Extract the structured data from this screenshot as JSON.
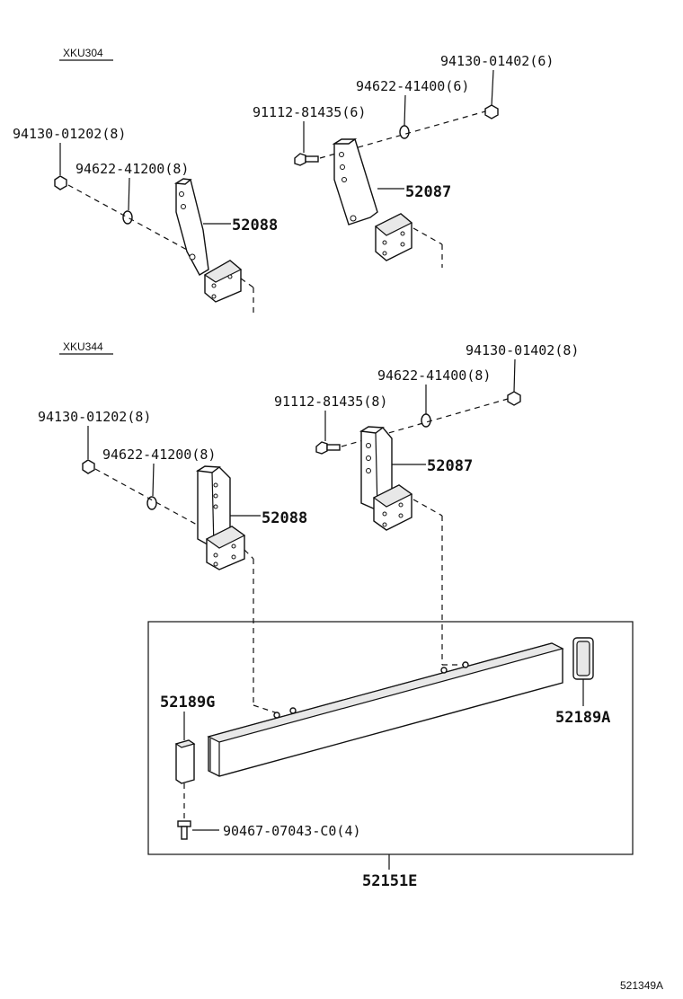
{
  "sections": [
    {
      "model_code": "XKU304",
      "parts": {
        "nut_right": "94130-01402(6)",
        "washer_right": "94622-41400(6)",
        "bolt_right": "91112-81435(6)",
        "bracket_right": "52087",
        "nut_left": "94130-01202(8)",
        "washer_left": "94622-41200(8)",
        "bracket_left": "52088"
      }
    },
    {
      "model_code": "XKU344",
      "parts": {
        "nut_right": "94130-01402(8)",
        "washer_right": "94622-41400(8)",
        "bolt_right": "91112-81435(8)",
        "bracket_right": "52087",
        "nut_left": "94130-01202(8)",
        "washer_left": "94622-41200(8)",
        "bracket_left": "52088"
      }
    }
  ],
  "bumper_assembly": {
    "pad_left": "52189G",
    "pad_right": "52189A",
    "screw": "90467-07043-C0(4)",
    "assembly": "52151E"
  },
  "diagram_id": "521349A"
}
